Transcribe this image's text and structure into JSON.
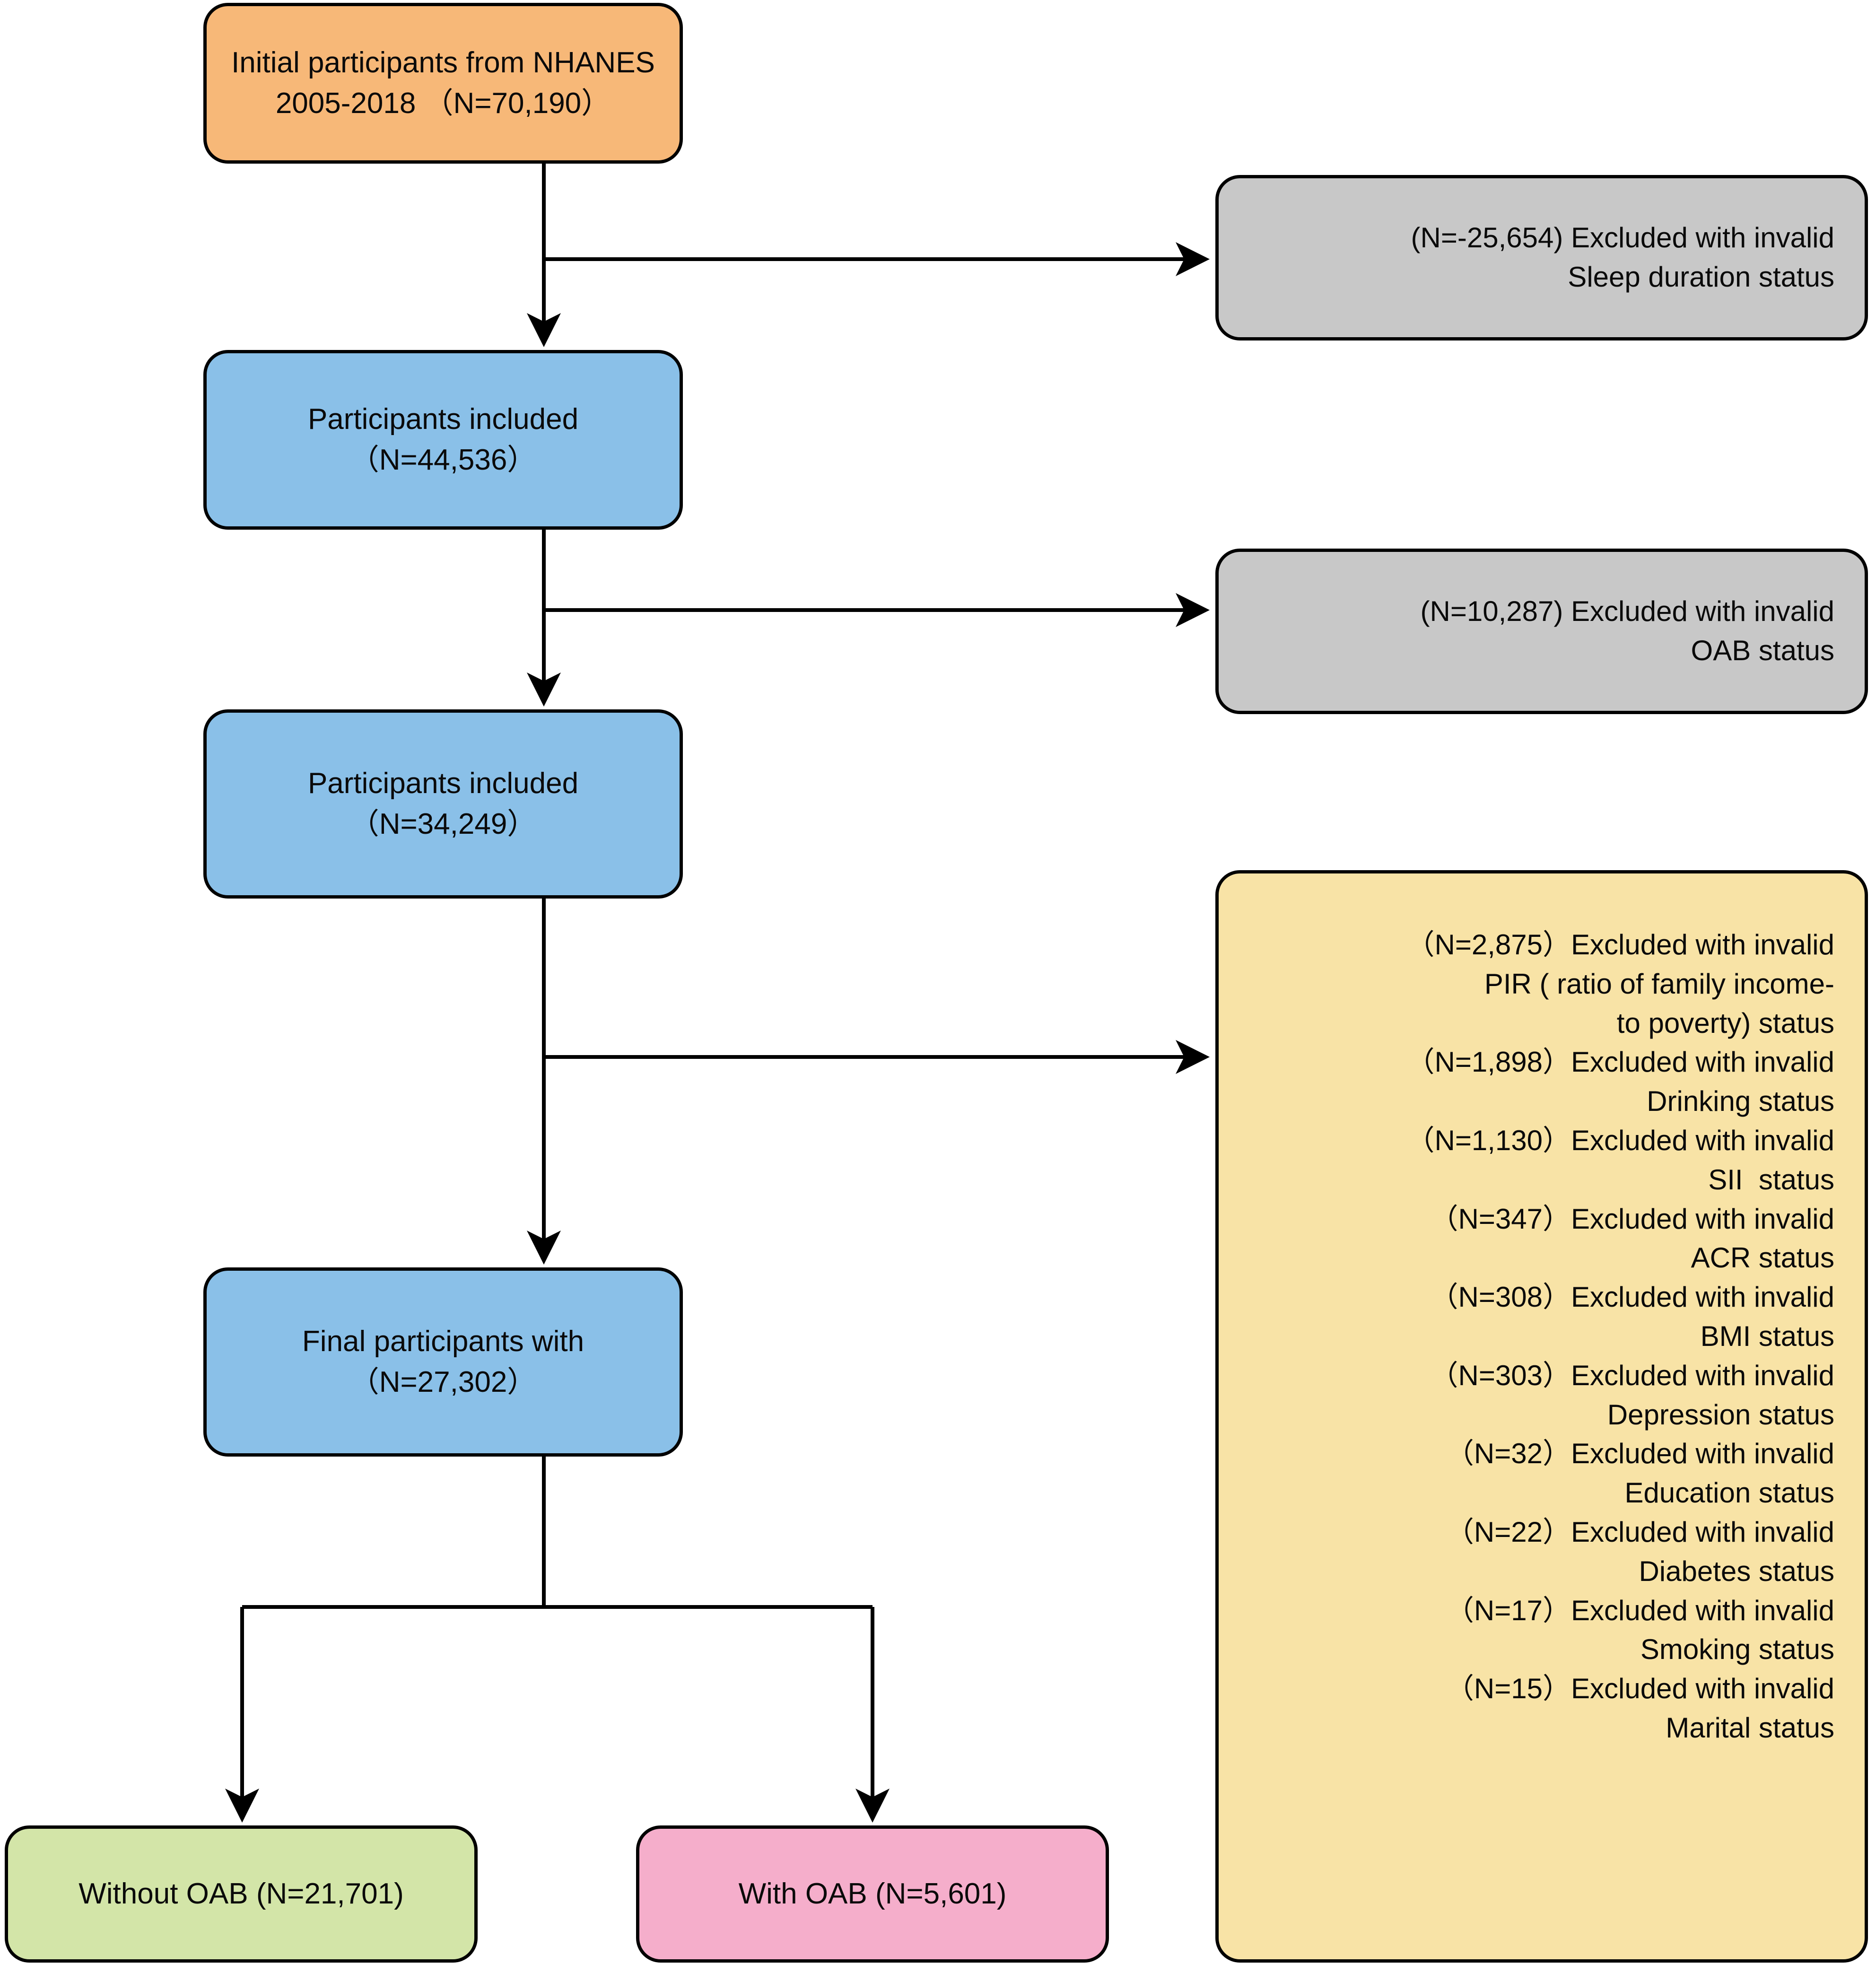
{
  "diagram": {
    "title": "NHANES participant selection flowchart",
    "colors": {
      "orange": "#f7b878",
      "blue": "#8ac0e8",
      "gray": "#c8c8c8",
      "yellow": "#f8e3a6",
      "green": "#d3e5a8",
      "pink": "#f5aecb",
      "stroke": "#000000"
    },
    "nodes": {
      "initial": {
        "line1": "Initial participants from NHANES",
        "line2": "2005-2018 （N=70,190）"
      },
      "included_1": {
        "line1": "Participants included",
        "line2": "（N=44,536）"
      },
      "included_2": {
        "line1": "Participants included",
        "line2": "（N=34,249）"
      },
      "final": {
        "line1": "Final participants with",
        "line2": "（N=27,302）"
      },
      "without_oab": {
        "line1": "Without OAB (N=21,701)"
      },
      "with_oab": {
        "line1": "With OAB (N=5,601)"
      },
      "excluded_sleep": {
        "line1": "(N=-25,654) Excluded with invalid",
        "line2": "Sleep duration status"
      },
      "excluded_oab": {
        "line1": "(N=10,287) Excluded with invalid",
        "line2": "OAB status"
      },
      "excluded_list": {
        "items": [
          "（N=2,875）Excluded with invalid",
          "PIR ( ratio of family income-",
          "to poverty) status",
          "（N=1,898）Excluded with invalid",
          "Drinking status",
          "（N=1,130）Excluded with invalid",
          "SII  status",
          "（N=347）Excluded with invalid",
          "ACR status",
          "（N=308）Excluded with invalid",
          "BMI status",
          "（N=303）Excluded with invalid",
          "Depression status",
          "（N=32）Excluded with invalid",
          "Education status",
          "（N=22）Excluded with invalid",
          "Diabetes status",
          "（N=17）Excluded with invalid",
          "Smoking status",
          "（N=15）Excluded with invalid",
          "Marital status"
        ]
      }
    }
  },
  "chart_data": {
    "type": "table",
    "title": "NHANES 2005-2018 participant selection flow",
    "flow": [
      {
        "stage": "Initial participants from NHANES 2005-2018",
        "n": 70190
      },
      {
        "stage": "Excluded with invalid Sleep duration status",
        "n": -25654
      },
      {
        "stage": "Participants included",
        "n": 44536
      },
      {
        "stage": "Excluded with invalid OAB status",
        "n": 10287
      },
      {
        "stage": "Participants included",
        "n": 34249
      },
      {
        "stage": "Excluded with invalid PIR ( ratio of family income-to poverty) status",
        "n": 2875
      },
      {
        "stage": "Excluded with invalid Drinking status",
        "n": 1898
      },
      {
        "stage": "Excluded with invalid SII status",
        "n": 1130
      },
      {
        "stage": "Excluded with invalid ACR status",
        "n": 347
      },
      {
        "stage": "Excluded with invalid BMI status",
        "n": 308
      },
      {
        "stage": "Excluded with invalid Depression status",
        "n": 303
      },
      {
        "stage": "Excluded with invalid Education status",
        "n": 32
      },
      {
        "stage": "Excluded with invalid Diabetes status",
        "n": 22
      },
      {
        "stage": "Excluded with invalid Smoking status",
        "n": 17
      },
      {
        "stage": "Excluded with invalid Marital status",
        "n": 15
      },
      {
        "stage": "Final participants with",
        "n": 27302
      },
      {
        "stage": "Without OAB",
        "n": 21701
      },
      {
        "stage": "With OAB",
        "n": 5601
      }
    ]
  }
}
